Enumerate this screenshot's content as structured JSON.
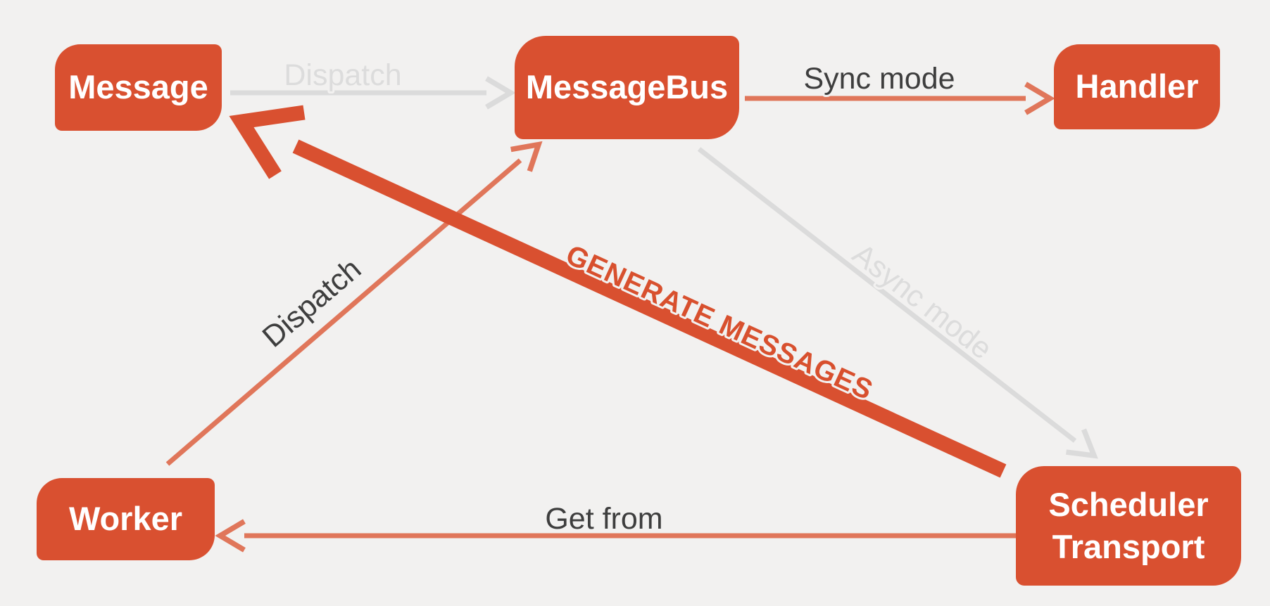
{
  "diagram": {
    "title": "MessageBus architecture diagram",
    "background_color": "#F2F1F0",
    "node_color": "#D95030",
    "node_text_color": "#FFFFFF",
    "arrow_orange": "#E0765A",
    "arrow_orange_bold": "#D95030",
    "arrow_gray": "#DBDBDB",
    "label_dark": "#3E3E3E",
    "label_gray": "#DCDCDC",
    "label_emphasis": "#D8502E"
  },
  "nodes": [
    {
      "id": "message",
      "label": "Message"
    },
    {
      "id": "messagebus",
      "label": "MessageBus"
    },
    {
      "id": "handler",
      "label": "Handler"
    },
    {
      "id": "worker",
      "label": "Worker"
    },
    {
      "id": "scheduler",
      "label": "Scheduler Transport"
    }
  ],
  "edges": [
    {
      "from": "Message",
      "to": "MessageBus",
      "label": "Dispatch",
      "style": "gray"
    },
    {
      "from": "MessageBus",
      "to": "Handler",
      "label": "Sync mode",
      "style": "orange"
    },
    {
      "from": "MessageBus",
      "to": "Scheduler Transport",
      "label": "Async mode",
      "style": "gray"
    },
    {
      "from": "Worker",
      "to": "MessageBus",
      "label": "Dispatch",
      "style": "orange"
    },
    {
      "from": "Scheduler Transport",
      "to": "Worker",
      "label": "Get from",
      "style": "orange"
    },
    {
      "from": "Scheduler Transport",
      "to": "Message",
      "label": "GENERATE MESSAGES",
      "style": "bold-orange"
    }
  ]
}
